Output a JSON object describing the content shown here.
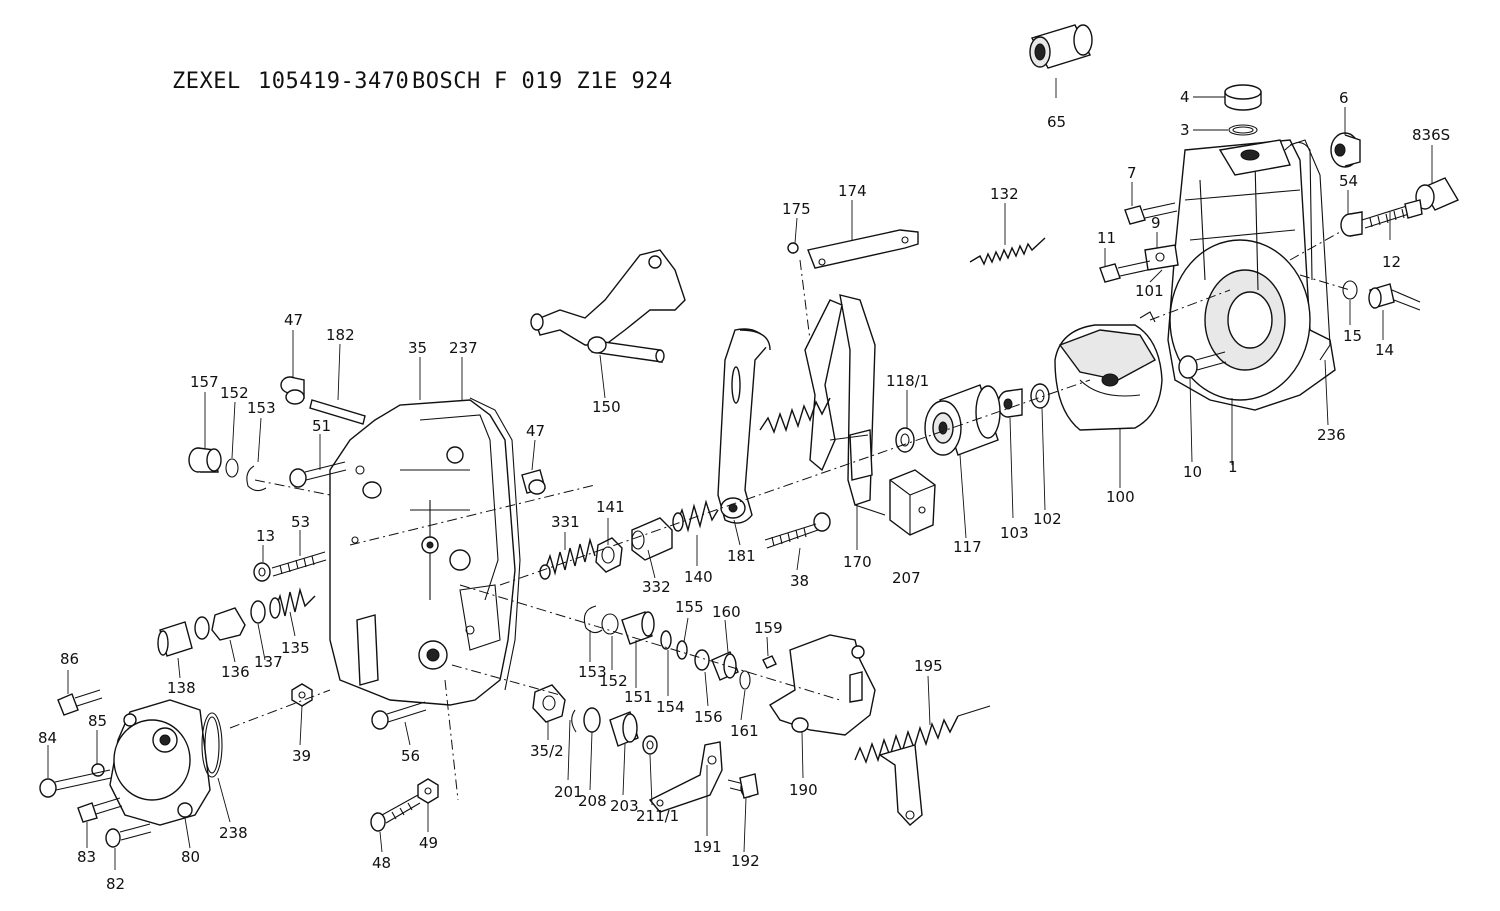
{
  "header": {
    "brand_a": "ZEXEL",
    "part_no_a": "105419-3470",
    "brand_b": "BOSCH",
    "part_no_b": "F 019 Z1E 924"
  },
  "labels": {
    "p65": "65",
    "p4": "4",
    "p3": "3",
    "p6": "6",
    "p836s": "836S",
    "p7": "7",
    "p54": "54",
    "p9": "9",
    "p12": "12",
    "p11": "11",
    "p101": "101",
    "p15": "15",
    "p14": "14",
    "p1": "1",
    "p10": "10",
    "p236": "236",
    "p175": "175",
    "p174": "174",
    "p132": "132",
    "p150": "150",
    "p118_1": "118/1",
    "p100": "100",
    "p117": "117",
    "p103": "103",
    "p102": "102",
    "p170": "170",
    "p207": "207",
    "p181": "181",
    "p38": "38",
    "p140": "140",
    "p332": "332",
    "p141": "141",
    "p331": "331",
    "p47a": "47",
    "p182": "182",
    "p35": "35",
    "p237": "237",
    "p157": "157",
    "p152a": "152",
    "p153a": "153",
    "p51": "51",
    "p47b": "47",
    "p13": "13",
    "p53": "53",
    "p138": "138",
    "p136": "136",
    "p137": "137",
    "p135": "135",
    "p39": "39",
    "p56": "56",
    "p48": "48",
    "p49": "49",
    "p86": "86",
    "p85": "85",
    "p84": "84",
    "p83": "83",
    "p82": "82",
    "p80": "80",
    "p238": "238",
    "p153b": "153",
    "p152b": "152",
    "p151": "151",
    "p154": "154",
    "p155": "155",
    "p156": "156",
    "p160": "160",
    "p161": "161",
    "p159": "159",
    "p35_2": "35/2",
    "p201": "201",
    "p208": "208",
    "p203": "203",
    "p211_1": "211/1",
    "p191": "191",
    "p192": "192",
    "p190": "190",
    "p195": "195"
  }
}
